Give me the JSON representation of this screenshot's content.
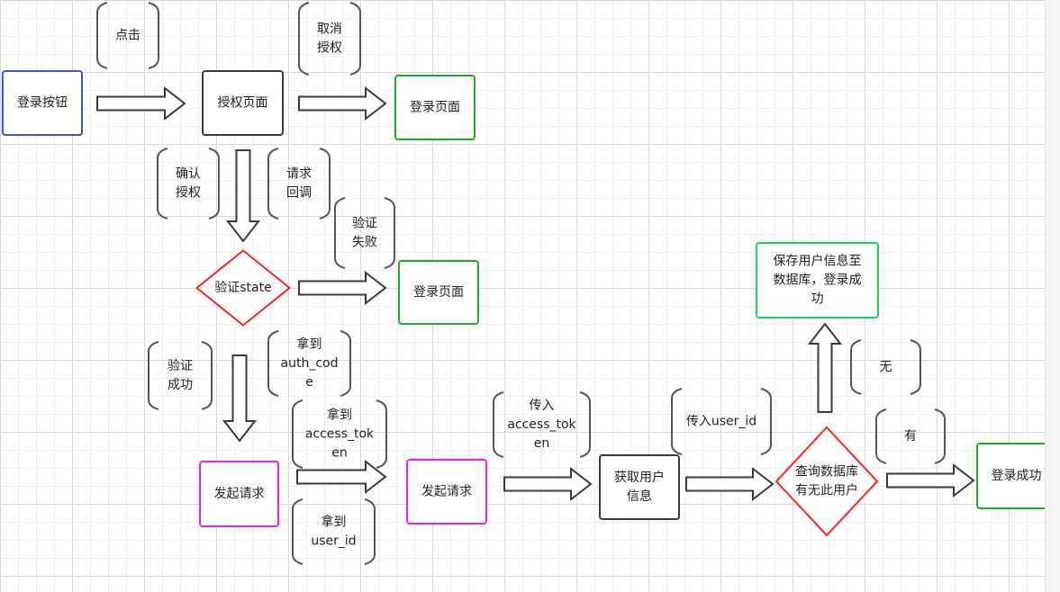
{
  "colors": {
    "blue": "#4b4be6",
    "dark": "#3a3a3a",
    "green": "#22aa22",
    "red": "#ff2222",
    "magenta": "#ee22ee",
    "teal": "#22cc66",
    "bracket": "#555555",
    "arrow": "#3a3a3a"
  },
  "nodes": [
    {
      "id": "login-button",
      "lines": [
        "登录按钮"
      ]
    },
    {
      "id": "auth-page",
      "lines": [
        "授权页面"
      ]
    },
    {
      "id": "login-page-1",
      "lines": [
        "登录页面"
      ]
    },
    {
      "id": "verify-state",
      "lines": [
        "验证state"
      ]
    },
    {
      "id": "login-page-2",
      "lines": [
        "登录页面"
      ]
    },
    {
      "id": "send-request-1",
      "lines": [
        "发起请求"
      ]
    },
    {
      "id": "send-request-2",
      "lines": [
        "发起请求"
      ]
    },
    {
      "id": "get-user-info",
      "lines": [
        "获取用户",
        "信息"
      ]
    },
    {
      "id": "query-db",
      "lines": [
        "查询数据库",
        "有无此用户"
      ]
    },
    {
      "id": "login-success",
      "lines": [
        "登录成功"
      ]
    },
    {
      "id": "save-user",
      "lines": [
        "保存用户信息至",
        "数据库，登录成",
        "功"
      ]
    }
  ],
  "labels": [
    {
      "id": "click",
      "lines": [
        "点击"
      ]
    },
    {
      "id": "cancel-auth",
      "lines": [
        "取消",
        "授权"
      ]
    },
    {
      "id": "confirm-auth",
      "lines": [
        "确认",
        "授权"
      ]
    },
    {
      "id": "request-callback",
      "lines": [
        "请求",
        "回调"
      ]
    },
    {
      "id": "verify-fail",
      "lines": [
        "验证",
        "失败"
      ]
    },
    {
      "id": "verify-success",
      "lines": [
        "验证",
        "成功"
      ]
    },
    {
      "id": "get-auth-code",
      "lines": [
        "拿到",
        "auth_cod",
        "e"
      ]
    },
    {
      "id": "get-access-token",
      "lines": [
        "拿到",
        "access_tok",
        "en"
      ]
    },
    {
      "id": "get-user-id",
      "lines": [
        "拿到",
        "user_id"
      ]
    },
    {
      "id": "pass-access-token",
      "lines": [
        "传入",
        "access_tok",
        "en"
      ]
    },
    {
      "id": "pass-user-id",
      "lines": [
        "传入user_id"
      ]
    },
    {
      "id": "no",
      "lines": [
        "无"
      ]
    },
    {
      "id": "yes",
      "lines": [
        "有"
      ]
    }
  ]
}
